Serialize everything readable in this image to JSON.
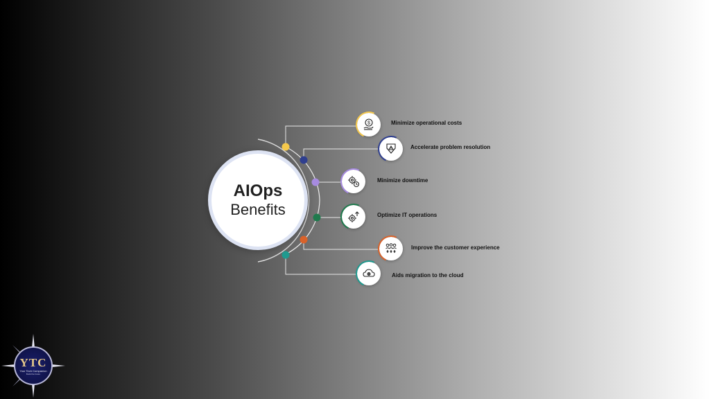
{
  "center": {
    "title": "AIOps",
    "subtitle": "Benefits"
  },
  "benefits": [
    {
      "label": "Minimize operational costs",
      "icon": "money-hand-icon",
      "dot_color": "#f6c94c",
      "accent": "#f6c94c"
    },
    {
      "label": "Accelerate problem resolution",
      "icon": "alert-arrow-icon",
      "dot_color": "#2f3f8f",
      "accent": "#2f3f8f"
    },
    {
      "label": "Minimize downtime",
      "icon": "gear-clock-icon",
      "dot_color": "#a78be0",
      "accent": "#a78be0"
    },
    {
      "label": "Optimize IT operations",
      "icon": "gear-up-icon",
      "dot_color": "#1f7a4d",
      "accent": "#1f7a4d"
    },
    {
      "label": "Improve the customer experience",
      "icon": "customers-stars-icon",
      "dot_color": "#d9622a",
      "accent": "#d9622a"
    },
    {
      "label": "Aids migration to the cloud",
      "icon": "cloud-gear-icon",
      "dot_color": "#1f9a8f",
      "accent": "#1f9a8f"
    }
  ],
  "logo": {
    "text": "YTC",
    "subtitle": "Your Tech Companion",
    "tagline": "Build the future"
  }
}
